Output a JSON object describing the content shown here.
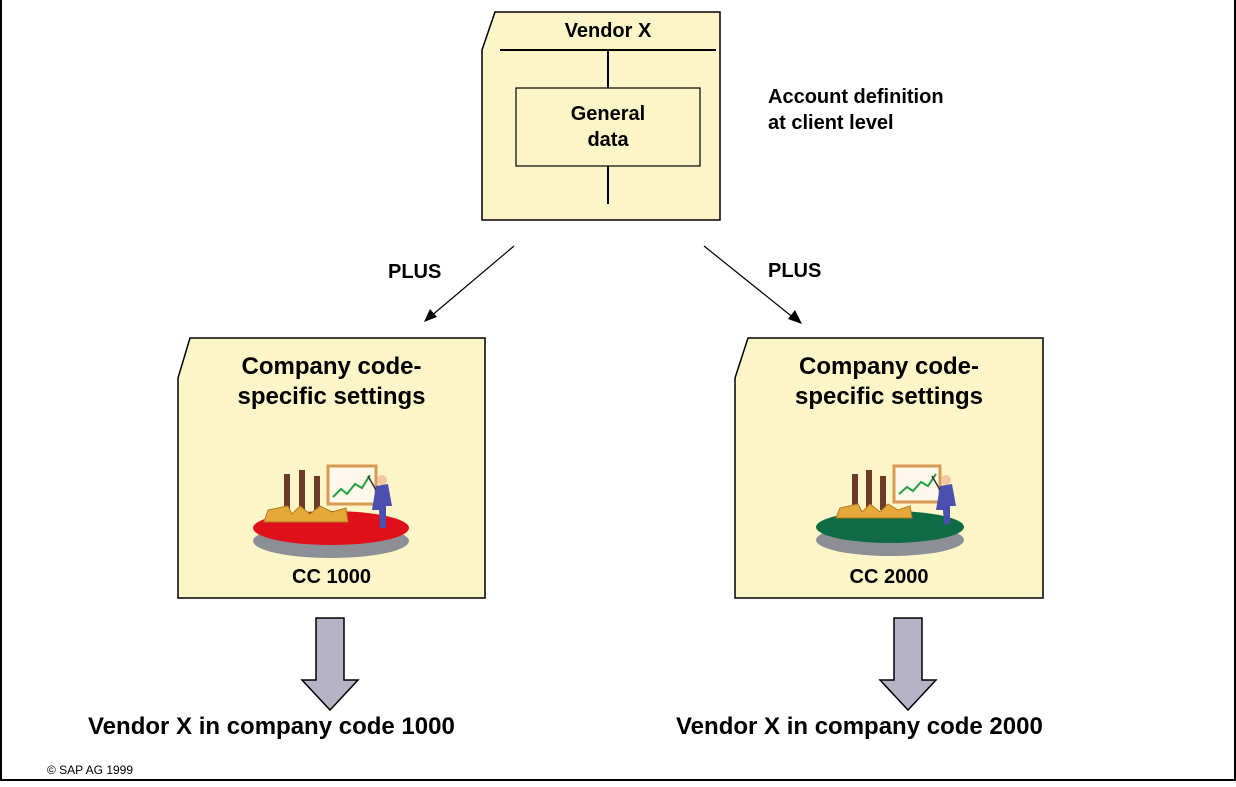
{
  "vendor_card": {
    "title": "Vendor X",
    "inner_box": "General\ndata"
  },
  "client_note": "Account definition\nat client level",
  "plus_left": "PLUS",
  "plus_right": "PLUS",
  "company_cards": [
    {
      "heading": "Company code-\nspecific settings",
      "label": "CC 1000",
      "disc_color": "#e0101b",
      "result": "Vendor X in company code 1000"
    },
    {
      "heading": "Company code-\nspecific settings",
      "label": "CC 2000",
      "disc_color": "#0f6b45",
      "result": "Vendor X in company code 2000"
    }
  ],
  "colors": {
    "card_fill": "#fcf5c8",
    "border": "#000000",
    "arrow_fill": "#b7b3c6"
  },
  "copyright": "© SAP AG 1999"
}
